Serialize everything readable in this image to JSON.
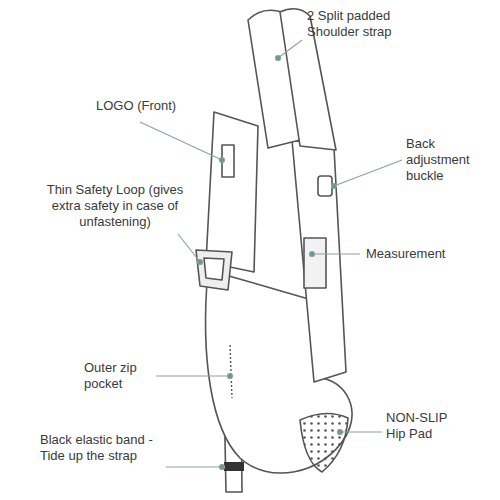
{
  "diagram": {
    "labels": [
      "2 Split padded Shoulder strap",
      "LOGO (Front)",
      "Back adjustment buckle",
      "Thin Safety Loop (gives extra safety in case of unfastening)",
      "Measurement",
      "Outer zip pocket",
      "NON-SLIP Hip Pad",
      "Black elastic band - Tide up the strap"
    ]
  }
}
